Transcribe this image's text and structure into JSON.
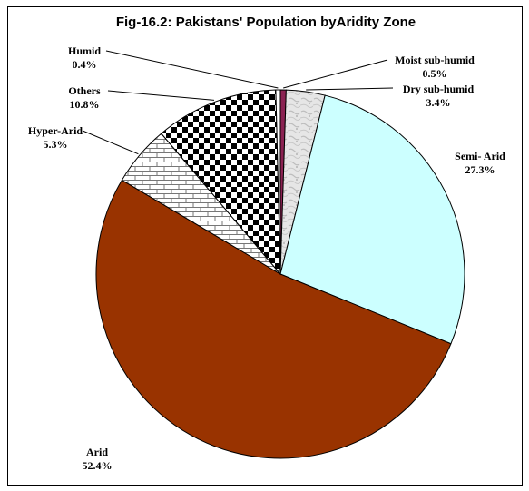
{
  "chart_data": {
    "type": "pie",
    "title": "Fig-16.2: Pakistans' Population byAridity Zone",
    "slices": [
      {
        "name": "Moist sub-humid",
        "value": 0.5,
        "label": "0.5%",
        "fill": "#8b2252",
        "pattern": "solid"
      },
      {
        "name": "Dry sub-humid",
        "value": 3.4,
        "label": "3.4%",
        "fill": "#d8d8d8",
        "pattern": "marble"
      },
      {
        "name": "Semi- Arid",
        "value": 27.3,
        "label": "27.3%",
        "fill": "#ccffff",
        "pattern": "solid"
      },
      {
        "name": "Arid",
        "value": 52.4,
        "label": "52.4%",
        "fill": "#993300",
        "pattern": "solid"
      },
      {
        "name": "Hyper-Arid",
        "value": 5.3,
        "label": "5.3%",
        "fill": "#ffffff",
        "pattern": "brick"
      },
      {
        "name": "Others",
        "value": 10.8,
        "label": "10.8%",
        "fill": "#000000",
        "pattern": "checker"
      },
      {
        "name": "Humid",
        "value": 0.4,
        "label": "0.4%",
        "fill": "#ffffff",
        "pattern": "solid"
      }
    ]
  }
}
